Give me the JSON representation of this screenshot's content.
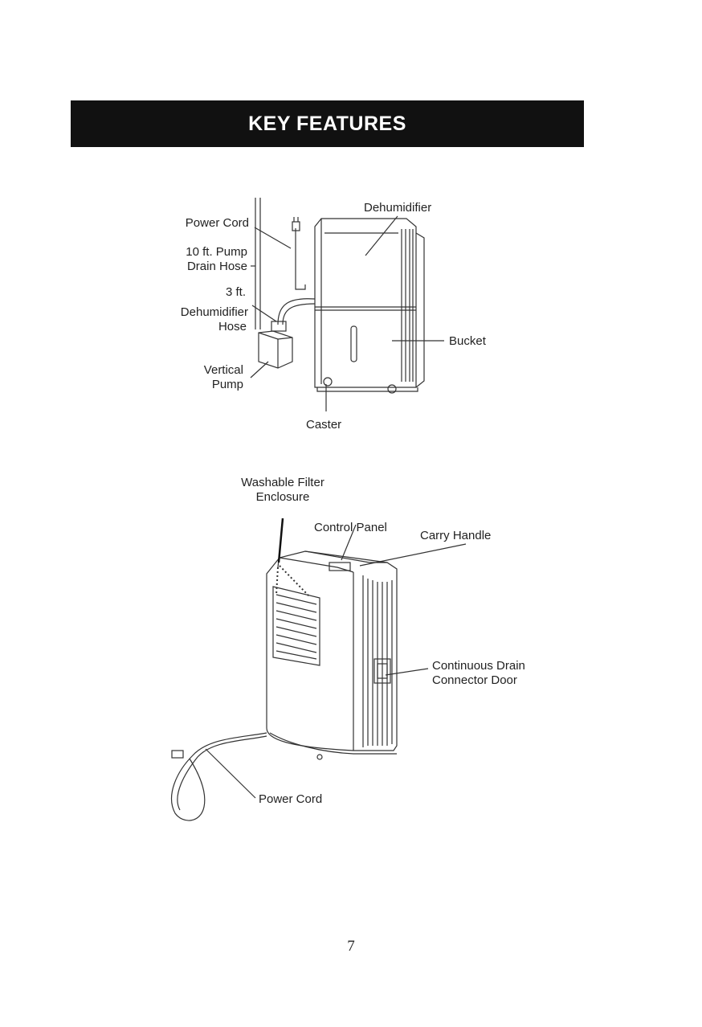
{
  "header": {
    "title": "KEY FEATURES"
  },
  "figure1": {
    "labels": {
      "dehumidifier": "Dehumidifier",
      "power_cord": "Power Cord",
      "pump_hose_1": "10 ft. Pump",
      "pump_hose_2": "Drain Hose",
      "dehum_hose_1": "3 ft.",
      "dehum_hose_2": "Dehumidifier",
      "dehum_hose_3": "Hose",
      "bucket": "Bucket",
      "pump_1": "Vertical",
      "pump_2": "Pump",
      "caster": "Caster"
    }
  },
  "figure2": {
    "labels": {
      "filter_1": "Washable Filter",
      "filter_2": "Enclosure",
      "control_panel": "Control Panel",
      "carry_handle": "Carry Handle",
      "drain_door_1": "Continuous Drain",
      "drain_door_2": "Connector Door",
      "power_cord": "Power Cord"
    }
  },
  "footer": {
    "page_number": "7"
  }
}
